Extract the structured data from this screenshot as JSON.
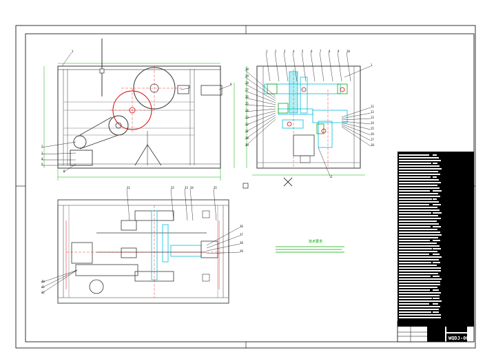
{
  "drawing": {
    "number": "WQDJ-00",
    "notes_title": "技术要求"
  },
  "top_view": {
    "balloons": [
      "1",
      "2",
      "3",
      "4",
      "5",
      "6",
      "7",
      "8"
    ]
  },
  "side_view": {
    "balloons_top": [
      "1",
      "2",
      "3",
      "4",
      "5",
      "6",
      "7",
      "8",
      "9",
      "10"
    ],
    "balloons_left": [
      "30",
      "29",
      "28",
      "27",
      "26",
      "25",
      "24",
      "23",
      "22",
      "21",
      "20",
      "19"
    ],
    "balloons_right": [
      "11",
      "12",
      "13",
      "14",
      "15",
      "16",
      "17",
      "18"
    ]
  },
  "plan_view": {
    "balloons_top": [
      "31",
      "32",
      "33",
      "34",
      "35"
    ],
    "balloons_right": [
      "36",
      "37",
      "38",
      "39"
    ],
    "balloons_left": [
      "40",
      "41",
      "42"
    ]
  },
  "colors": {
    "frame": "#000000",
    "part": "#404040",
    "center": "#e00000",
    "cyan": "#00c8d8",
    "green": "#00b000",
    "table_bg": "#000000"
  }
}
